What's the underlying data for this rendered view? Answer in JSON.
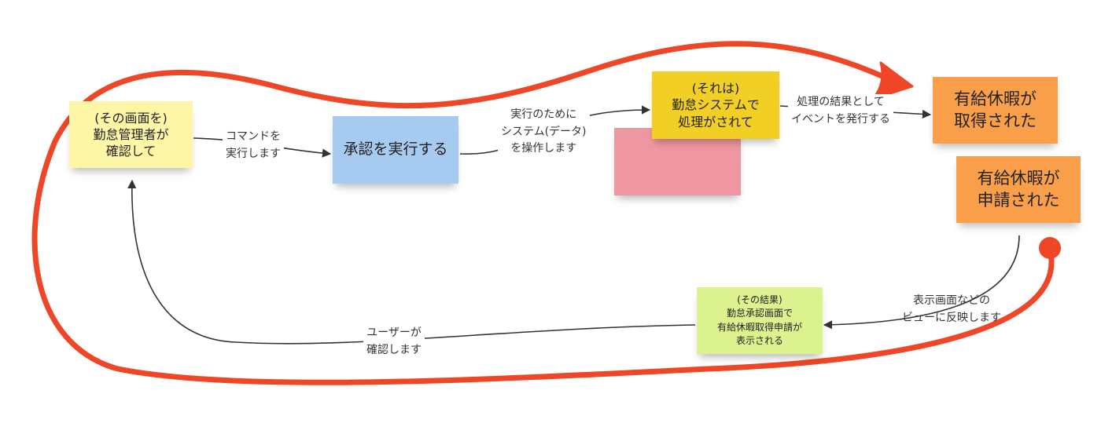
{
  "notes": {
    "manager": {
      "lines": [
        "(その画面を)",
        "勤怠管理者が",
        "確認して"
      ],
      "color": "#fdf6a6"
    },
    "command": {
      "lines": [
        "承認を実行する"
      ],
      "color": "#a7caf1"
    },
    "system": {
      "lines": [
        "(それは)",
        "勤怠システムで",
        "処理がされて"
      ],
      "color": "#f2cf25"
    },
    "pink": {
      "lines": [],
      "color": "#ef97a1"
    },
    "event1": {
      "lines": [
        "有給休暇が",
        "取得された"
      ],
      "color": "#f99f4a"
    },
    "event2": {
      "lines": [
        "有給休暇が",
        "申請された"
      ],
      "color": "#f99f4a"
    },
    "result": {
      "lines": [
        "(その結果)",
        "勤怠承認画面で",
        "有給休暇取得申請が",
        "表示される"
      ],
      "color": "#dbf28f"
    }
  },
  "labels": {
    "command": [
      "コマンドを",
      "実行します"
    ],
    "operate": [
      "実行のために",
      "システム(データ)",
      "を操作します"
    ],
    "publish": [
      "処理の結果として",
      "イベントを発行する"
    ],
    "reflect": [
      "表示画面などの",
      "ビューに反映します"
    ],
    "confirm": [
      "ユーザーが",
      "確認します"
    ]
  },
  "colors": {
    "loop": "#ee4626",
    "connector": "#333333"
  }
}
